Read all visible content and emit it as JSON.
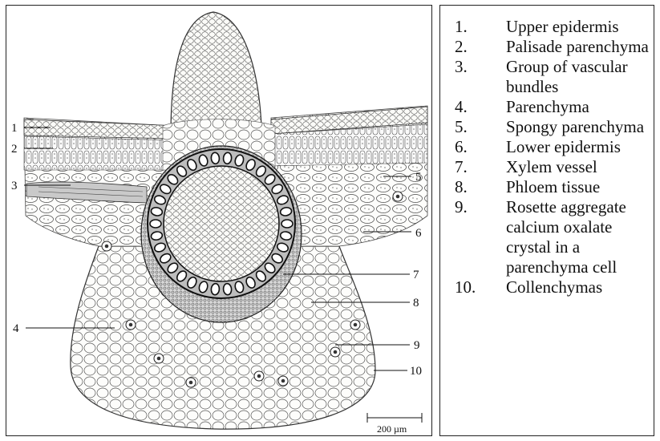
{
  "figure": {
    "callout_numbers": [
      "1",
      "2",
      "3",
      "4",
      "5",
      "6",
      "7",
      "8",
      "9",
      "10"
    ],
    "scale_bar_label": "200 µm"
  },
  "legend": {
    "items": [
      {
        "num": "1.",
        "text": "Upper epidermis"
      },
      {
        "num": "2.",
        "text": "Palisade parenchyma"
      },
      {
        "num": "3.",
        "text": "Group of vascular bundles"
      },
      {
        "num": "4.",
        "text": "Parenchyma"
      },
      {
        "num": "5.",
        "text": "Spongy parenchyma"
      },
      {
        "num": "6.",
        "text": "Lower epidermis"
      },
      {
        "num": "7.",
        "text": "Xylem vessel"
      },
      {
        "num": "8.",
        "text": "Phloem tissue"
      },
      {
        "num": "9.",
        "text": "Rosette aggregate calcium oxalate crystal in a parenchyma cell"
      },
      {
        "num": "10.",
        "text": "Collenchymas"
      }
    ]
  }
}
